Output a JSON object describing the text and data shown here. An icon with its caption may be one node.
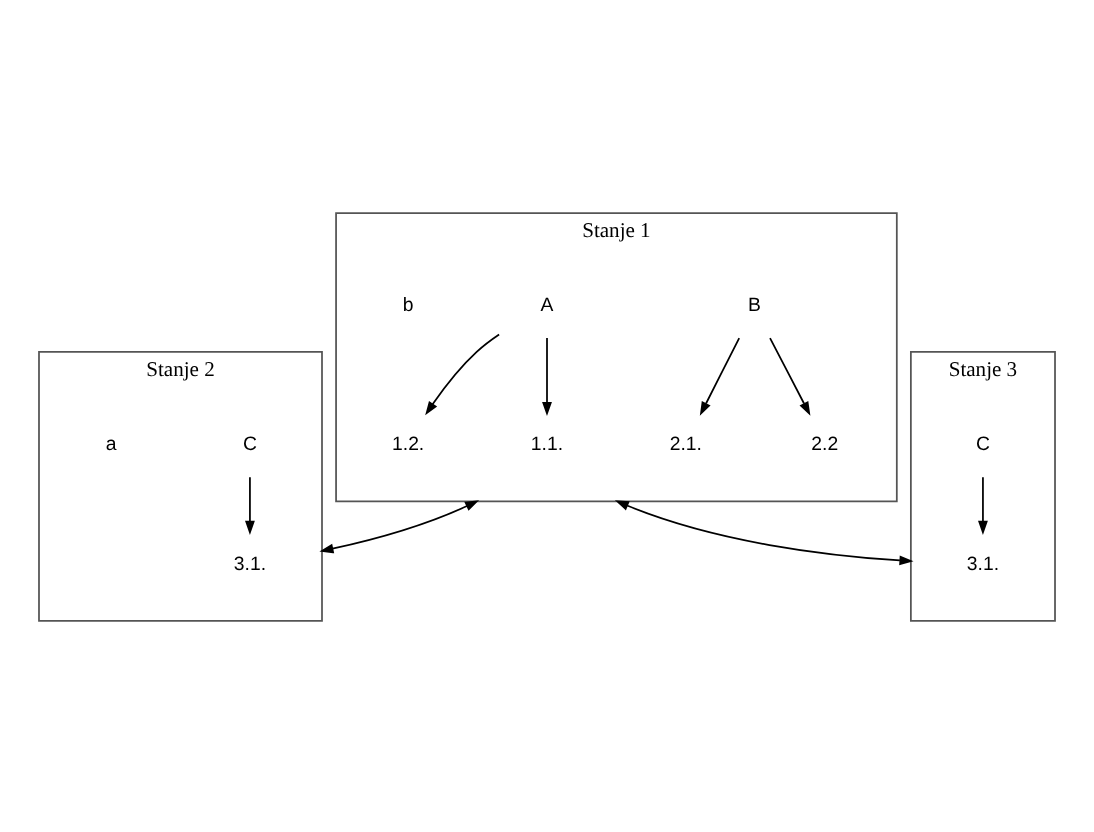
{
  "diagram": {
    "nodes": [
      {
        "text": [
          "Stanje 1"
        ]
      },
      {
        "text": [
          "B"
        ],
        "in": 0
      },
      {
        "text": [
          "2.1."
        ],
        "in": 0
      },
      {
        "text": [
          "2.2"
        ],
        "in": 0
      },
      {
        "text": [
          "A"
        ],
        "in": 0
      },
      {
        "text": [
          "1.2."
        ],
        "in": 0
      },
      {
        "text": [
          "1.1."
        ],
        "in": 0
      },
      {
        "text": [
          "Stanje 2"
        ]
      },
      {
        "text": [
          "3.1."
        ],
        "in": 7
      },
      {
        "text": [
          "C"
        ],
        "in": 7
      },
      {
        "text": [
          "Stanje 3"
        ]
      },
      {
        "text": [
          "3.1."
        ],
        "in": 10
      },
      {
        "text": [
          "C"
        ],
        "in": 10
      }
    ],
    "edges": [
      {
        "from": 1,
        "to": 2,
        "arrow": "to"
      },
      {
        "from": 1,
        "to": 3,
        "arrow": "to"
      },
      {
        "from": 4,
        "to": 5,
        "arrow": "to"
      },
      {
        "from": 4,
        "to": 6,
        "arrow": "to"
      },
      {
        "from": 9,
        "to": 8,
        "arrow": "to"
      },
      {
        "from": 12,
        "to": 11,
        "arrow": "to"
      },
      {
        "from": 0,
        "to": 7,
        "arrow": "both"
      },
      {
        "from": 0,
        "to": 10,
        "arrow": "both"
      }
    ],
    "labels": [
      "b",
      "a"
    ]
  }
}
